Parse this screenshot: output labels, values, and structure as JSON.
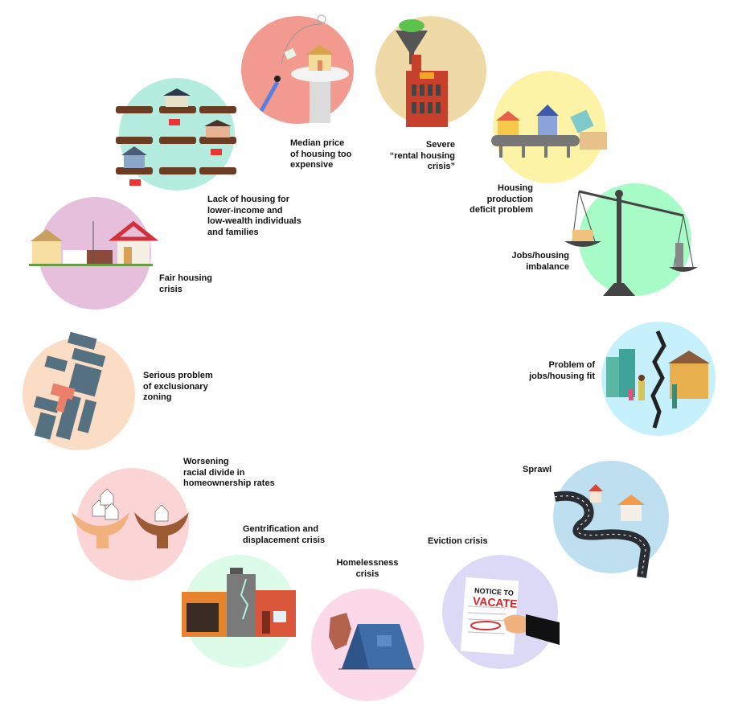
{
  "items": [
    {
      "label": "Lack of housing for\nlower-income and\nlow-wealth individuals\nand families",
      "color": "#b4ede0",
      "icon": "sold-houses-icon"
    },
    {
      "label": "Median price\nof housing too\nexpensive",
      "color": "#f29a8f",
      "icon": "house-under-glass-icon"
    },
    {
      "label": "Severe\n“rental housing\ncrisis”",
      "color": "#efd9a7",
      "icon": "money-funnel-building-icon"
    },
    {
      "label": "Housing\nproduction\ndeficit problem",
      "color": "#fdf3a7",
      "icon": "conveyor-houses-icon"
    },
    {
      "label": "Jobs/housing\nimbalance",
      "color": "#a6fbc7",
      "icon": "balance-scale-icon"
    },
    {
      "label": "Fair housing\ncrisis",
      "color": "#e5bfdc",
      "icon": "houses-fence-icon"
    },
    {
      "label": "Problem of\njobs/housing fit",
      "color": "#c6f0fb",
      "icon": "cracked-divide-icon"
    },
    {
      "label": "Serious problem\nof exclusionary\nzoning",
      "color": "#fbdcc4",
      "icon": "zoning-map-icon"
    },
    {
      "label": "Sprawl",
      "color": "#bddff0",
      "icon": "winding-road-icon"
    },
    {
      "label": "Worsening\nracial divide in\nhomeownership rates",
      "color": "#fbd5d6",
      "icon": "hands-holding-houses-icon"
    },
    {
      "label": "Gentrification and\ndisplacement crisis",
      "color": "#dcfbe8",
      "icon": "storefronts-icon"
    },
    {
      "label": "Eviction crisis",
      "color": "#dcd9f6",
      "icon": "eviction-notice-icon",
      "notice_title": "NOTICE TO",
      "notice_word": "VACATE"
    },
    {
      "label": "Homelessness\ncrisis",
      "color": "#fbd9e9",
      "icon": "tent-icon"
    }
  ]
}
